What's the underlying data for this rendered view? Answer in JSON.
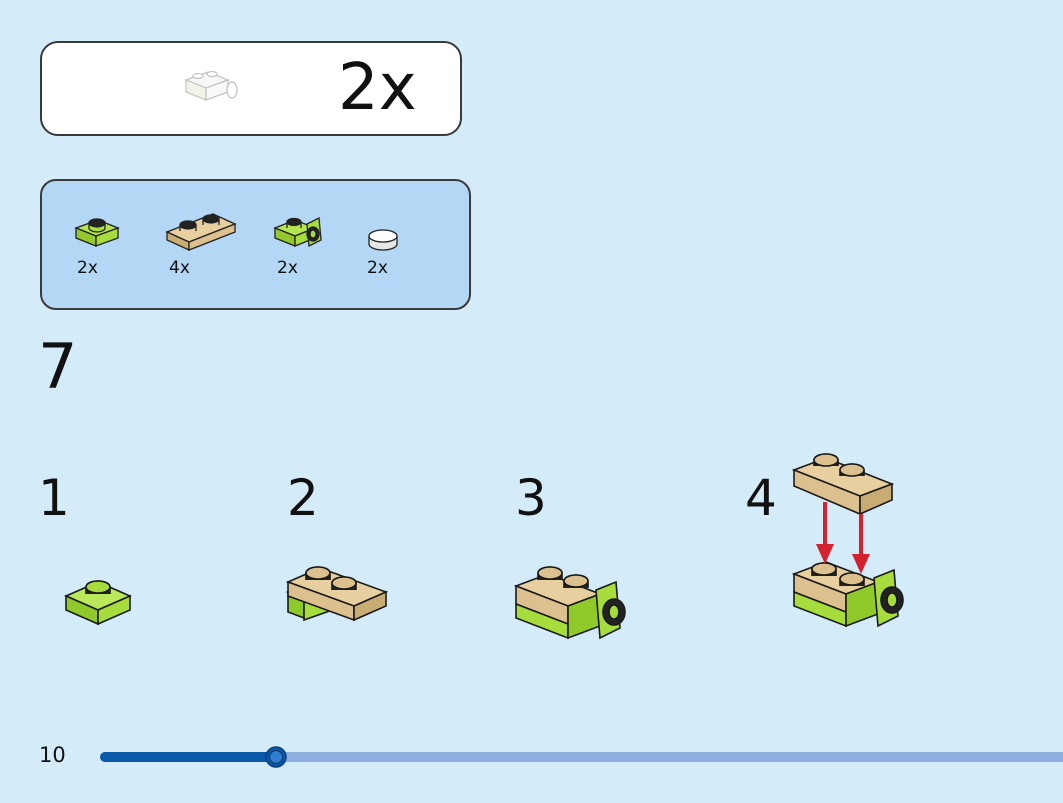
{
  "submodel": {
    "quantity": "2x",
    "icon": "submodel-preview-icon"
  },
  "parts": [
    {
      "icon": "green-plate-1x1-icon",
      "qty": "2x"
    },
    {
      "icon": "tan-plate-1x2-icon",
      "qty": "4x"
    },
    {
      "icon": "green-bracket-icon",
      "qty": "2x"
    },
    {
      "icon": "white-round-tile-icon",
      "qty": "2x"
    }
  ],
  "step": {
    "number": "7",
    "substeps": [
      {
        "number": "1"
      },
      {
        "number": "2"
      },
      {
        "number": "3"
      },
      {
        "number": "4"
      }
    ]
  },
  "footer": {
    "page_number": "10",
    "progress": 0.183
  },
  "colors": {
    "background": "#d4ebf9",
    "parts_panel": "#b3d7f4",
    "lime": "#a6dc3c",
    "tan": "#dcc08e",
    "arrow": "#d3222e",
    "progress_fill": "#0a58a8",
    "progress_track": "#8eaee0"
  }
}
